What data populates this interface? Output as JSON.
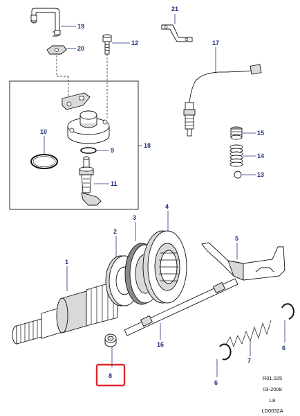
{
  "callouts": {
    "c1": "1",
    "c2": "2",
    "c3": "3",
    "c4": "4",
    "c5": "5",
    "c6a": "6",
    "c6b": "6",
    "c7": "7",
    "c8": "8",
    "c9": "9",
    "c10": "10",
    "c11": "11",
    "c12": "12",
    "c13": "13",
    "c14": "14",
    "c15": "15",
    "c16": "16",
    "c17": "17",
    "c18": "18",
    "c19": "19",
    "c20": "20",
    "c21": "21"
  },
  "highlight": {
    "part": "8",
    "color": "#e0262b"
  },
  "footer": {
    "revision": "R01.025",
    "date": "03-2008",
    "model": "L8",
    "code": "LD0032A"
  },
  "colors": {
    "callout": "#1a2f7a",
    "line": "#111111"
  }
}
